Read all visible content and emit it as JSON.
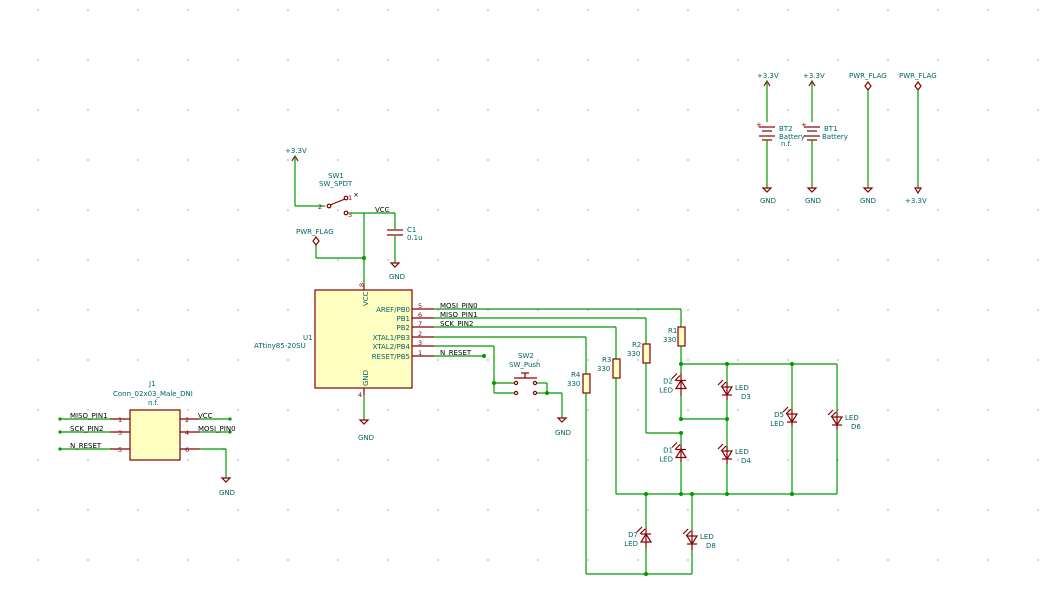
{
  "power": {
    "v33_a": "+3.3V",
    "v33_bt2": "+3.3V",
    "v33_bt1": "+3.3V",
    "v33_flag": "+3.3V",
    "gnd_c1": "GND",
    "gnd_u1": "GND",
    "gnd_sw2": "GND",
    "gnd_j1": "GND",
    "gnd_bt2": "GND",
    "gnd_bt1": "GND",
    "gnd_flag": "GND",
    "pwr_flag_1": "PWR_FLAG",
    "pwr_flag_2": "PWR_FLAG",
    "pwr_flag_3": "PWR_FLAG",
    "net_vcc": "VCC"
  },
  "sw1": {
    "ref": "SW1",
    "value": "SW_SPDT",
    "p1": "1",
    "p2": "2",
    "p3": "3",
    "nc": "×"
  },
  "c1": {
    "ref": "C1",
    "value": "0.1u"
  },
  "u1": {
    "ref": "U1",
    "value": "ATtiny85-20SU",
    "vcc": "VCC",
    "gnd": "GND",
    "pin_vcc_no": "8",
    "pin_gnd_no": "4",
    "pins": [
      {
        "name": "AREF/PB0",
        "no": "5",
        "net": "MOSI_PIN0"
      },
      {
        "name": "PB1",
        "no": "6",
        "net": "MISO_PIN1"
      },
      {
        "name": "PB2",
        "no": "7",
        "net": "SCK_PIN2"
      },
      {
        "name": "XTAL1/PB3",
        "no": "2",
        "net": ""
      },
      {
        "name": "XTAL2/PB4",
        "no": "3",
        "net": ""
      },
      {
        "name": "RESET/PB5",
        "no": "1",
        "net": "N_RESET"
      }
    ]
  },
  "sw2": {
    "ref": "SW2",
    "value": "SW_Push"
  },
  "resistors": {
    "r1": {
      "ref": "R1",
      "value": "330"
    },
    "r2": {
      "ref": "R2",
      "value": "330"
    },
    "r3": {
      "ref": "R3",
      "value": "330"
    },
    "r4": {
      "ref": "R4",
      "value": "330"
    }
  },
  "leds": {
    "d1": {
      "ref": "D1",
      "value": "LED"
    },
    "d2": {
      "ref": "D2",
      "value": "LED"
    },
    "d3": {
      "ref": "D3",
      "value": "LED"
    },
    "d4": {
      "ref": "D4",
      "value": "LED"
    },
    "d5": {
      "ref": "D5",
      "value": "LED"
    },
    "d6": {
      "ref": "D6",
      "value": "LED"
    },
    "d7": {
      "ref": "D7",
      "value": "LED"
    },
    "d8": {
      "ref": "D8",
      "value": "LED"
    }
  },
  "j1": {
    "ref": "J1",
    "value": "Conn_02x03_Male_DNI",
    "note": "n.f.",
    "left": [
      {
        "no": "1",
        "net": "MISO_PIN1"
      },
      {
        "no": "3",
        "net": "SCK_PIN2"
      },
      {
        "no": "5",
        "net": "N_RESET"
      }
    ],
    "right": [
      {
        "no": "2",
        "net": "VCC"
      },
      {
        "no": "4",
        "net": "MOSI_PIN0"
      },
      {
        "no": "6",
        "net": ""
      }
    ]
  },
  "bt2": {
    "ref": "BT2",
    "value": "Battery",
    "note": "n.f."
  },
  "bt1": {
    "ref": "BT1",
    "value": "Battery"
  }
}
